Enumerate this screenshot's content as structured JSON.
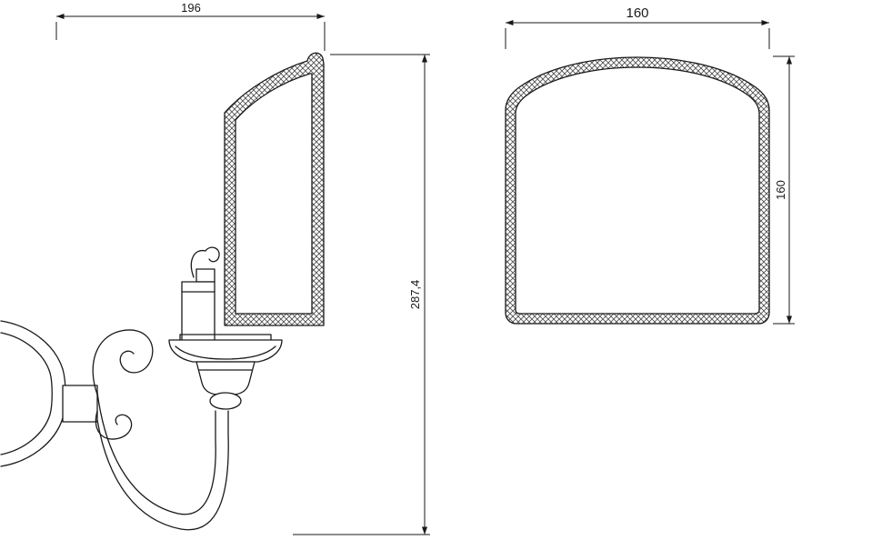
{
  "meta": {
    "background": "#ffffff",
    "line_color": "#1a1a1a",
    "hatch_color": "#4a4a4a"
  },
  "views": {
    "side": {
      "name": "wall-sconce-side-view"
    },
    "front": {
      "name": "shade-front-view"
    }
  },
  "dimensions": {
    "side_width": "196",
    "side_height": "287,4",
    "front_width": "160",
    "front_height": "160"
  }
}
